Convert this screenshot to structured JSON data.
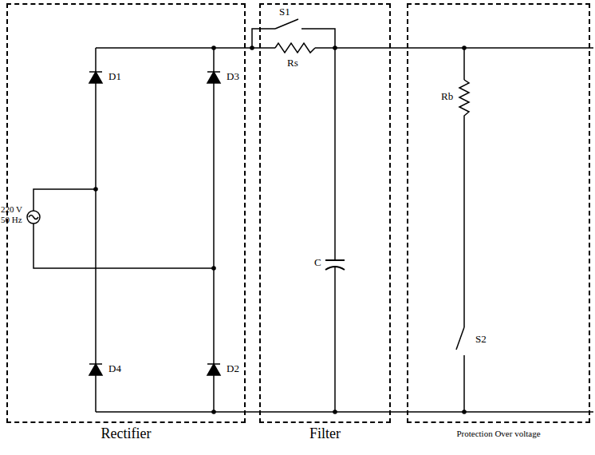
{
  "diagram": {
    "nodes": [
      {
        "text": [
          "Rectifier"
        ]
      },
      {
        "text": [
          "Filter"
        ]
      },
      {
        "text": [
          "Protection Over voltage"
        ]
      }
    ],
    "labels": [
      "D1",
      "D3",
      "D4",
      "D2",
      "220 V 50 Hz",
      "S1",
      "Rs",
      "C",
      "Rb",
      "S2"
    ]
  }
}
